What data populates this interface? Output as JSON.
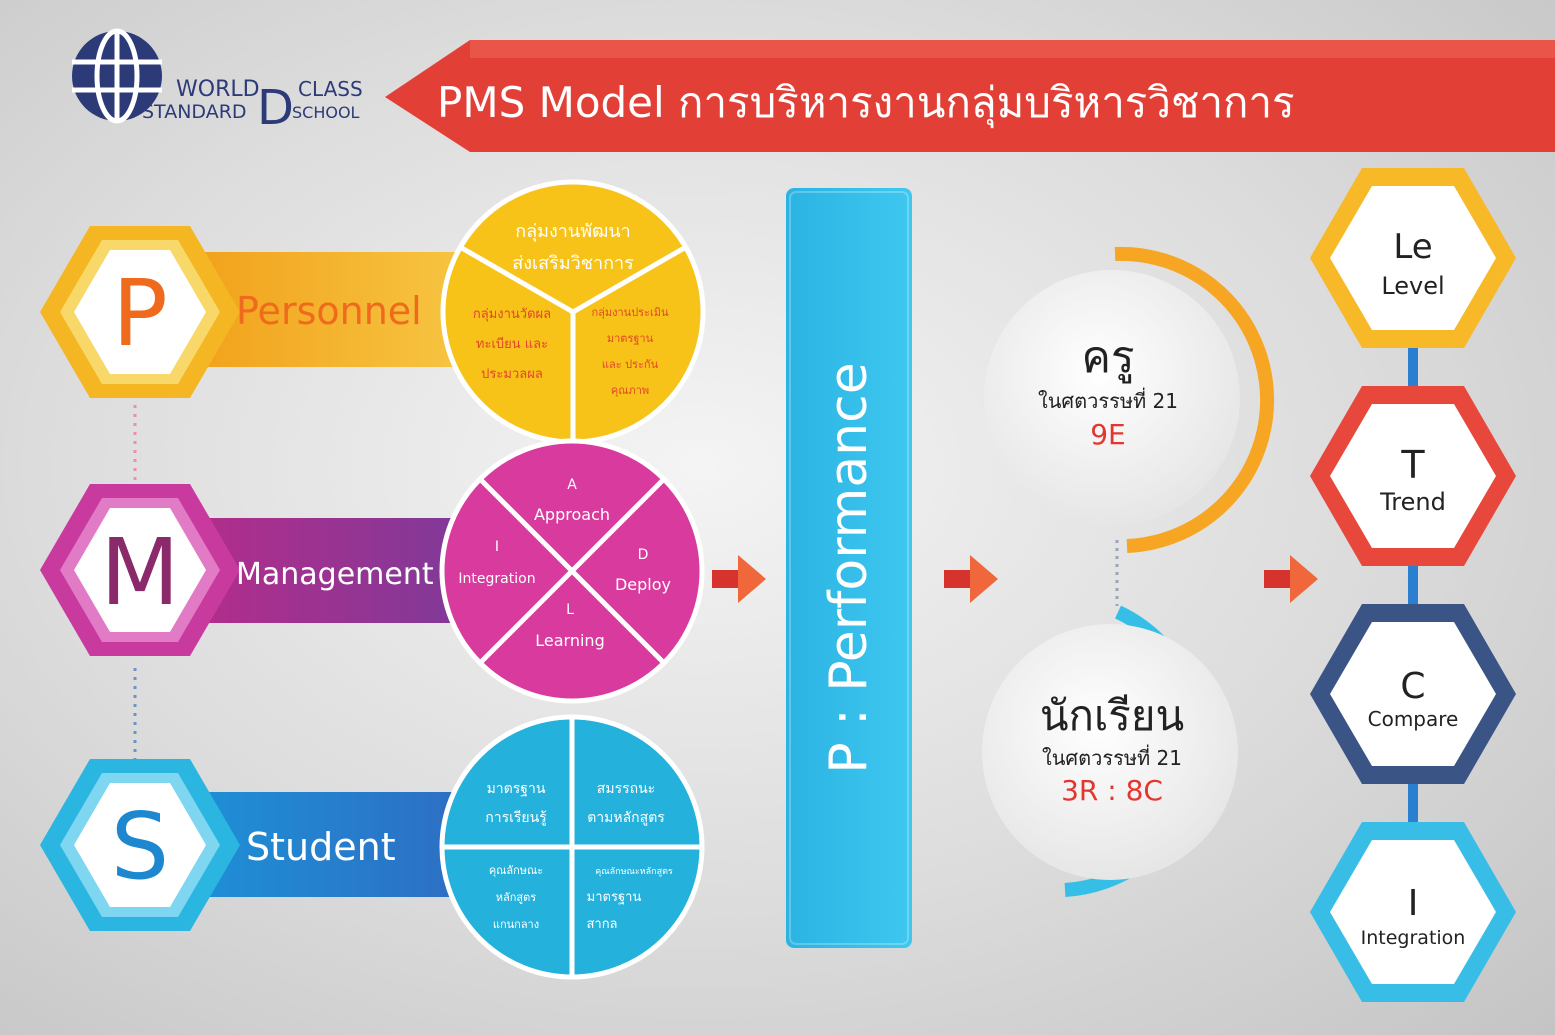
{
  "logo": {
    "line1": "WORLD",
    "line1b": "CLASS",
    "line2": "STANDARD",
    "line2b": "SCHOOL"
  },
  "title": "PMS Model การบริหารงานกลุ่มบริหารวิชาการ",
  "colors": {
    "banner": "#e4473d",
    "p": "#f6a623",
    "m": "#c2339a",
    "s": "#27a9d6",
    "performance": "#2eb8e6"
  },
  "rows": [
    {
      "letter": "P",
      "label": "Personnel",
      "circle": {
        "top": [
          "กลุ่มงานพัฒนา",
          "ส่งเสริมวิชาการ"
        ],
        "left": [
          "กลุ่มงานวัดผล",
          "ทะเบียน และ",
          "ประมวลผล"
        ],
        "right": [
          "กลุ่มงานประเมิน",
          "มาตรฐาน",
          "และ ประกัน",
          "คุณภาพ"
        ]
      }
    },
    {
      "letter": "M",
      "label": "Management",
      "circle": {
        "top": [
          "A",
          "Approach"
        ],
        "left": [
          "I",
          "Integration"
        ],
        "right": [
          "D",
          "Deploy"
        ],
        "bottom": [
          "L",
          "Learning"
        ]
      }
    },
    {
      "letter": "S",
      "label": "Student",
      "circle": {
        "tl": [
          "มาตรฐาน",
          "การเรียนรู้"
        ],
        "tr": [
          "สมรรถนะ",
          "ตามหลักสูตร"
        ],
        "bl": [
          "คุณลักษณะ",
          "หลักสูตร",
          "แกนกลาง"
        ],
        "br": [
          "คุณลักษณะหลักสูตร",
          "มาตรฐาน",
          "สากล"
        ]
      }
    }
  ],
  "performance": "P : Performance",
  "teacher": {
    "title": "ครู",
    "sub": "ในศตวรรษที่ 21",
    "value": "9E"
  },
  "student": {
    "title": "นักเรียน",
    "sub": "ในศตวรรษที่ 21",
    "value": "3R : 8C"
  },
  "levt": [
    {
      "big": "Le",
      "small": "Level"
    },
    {
      "big": "T",
      "small": "Trend"
    },
    {
      "big": "C",
      "small": "Compare"
    },
    {
      "big": "I",
      "small": "Integration"
    }
  ]
}
